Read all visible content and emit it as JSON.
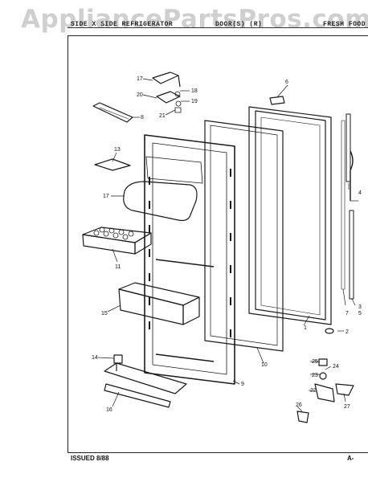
{
  "watermark": "AppliancePartsPros.com",
  "header": {
    "left": "SIDE X SIDE REFRIGERATOR",
    "middle": "DOOR(S) (R)",
    "right": "FRESH FOOD D"
  },
  "footer": {
    "issued": "ISSUED 8/88",
    "page": "A-"
  },
  "callouts": [
    "17",
    "18",
    "20",
    "19",
    "21",
    "6",
    "8",
    "13",
    "17",
    "11",
    "15",
    "14",
    "16",
    "9",
    "10",
    "1",
    "2",
    "25",
    "24",
    "23",
    "22",
    "27",
    "26",
    "7",
    "4",
    "3",
    "5"
  ]
}
